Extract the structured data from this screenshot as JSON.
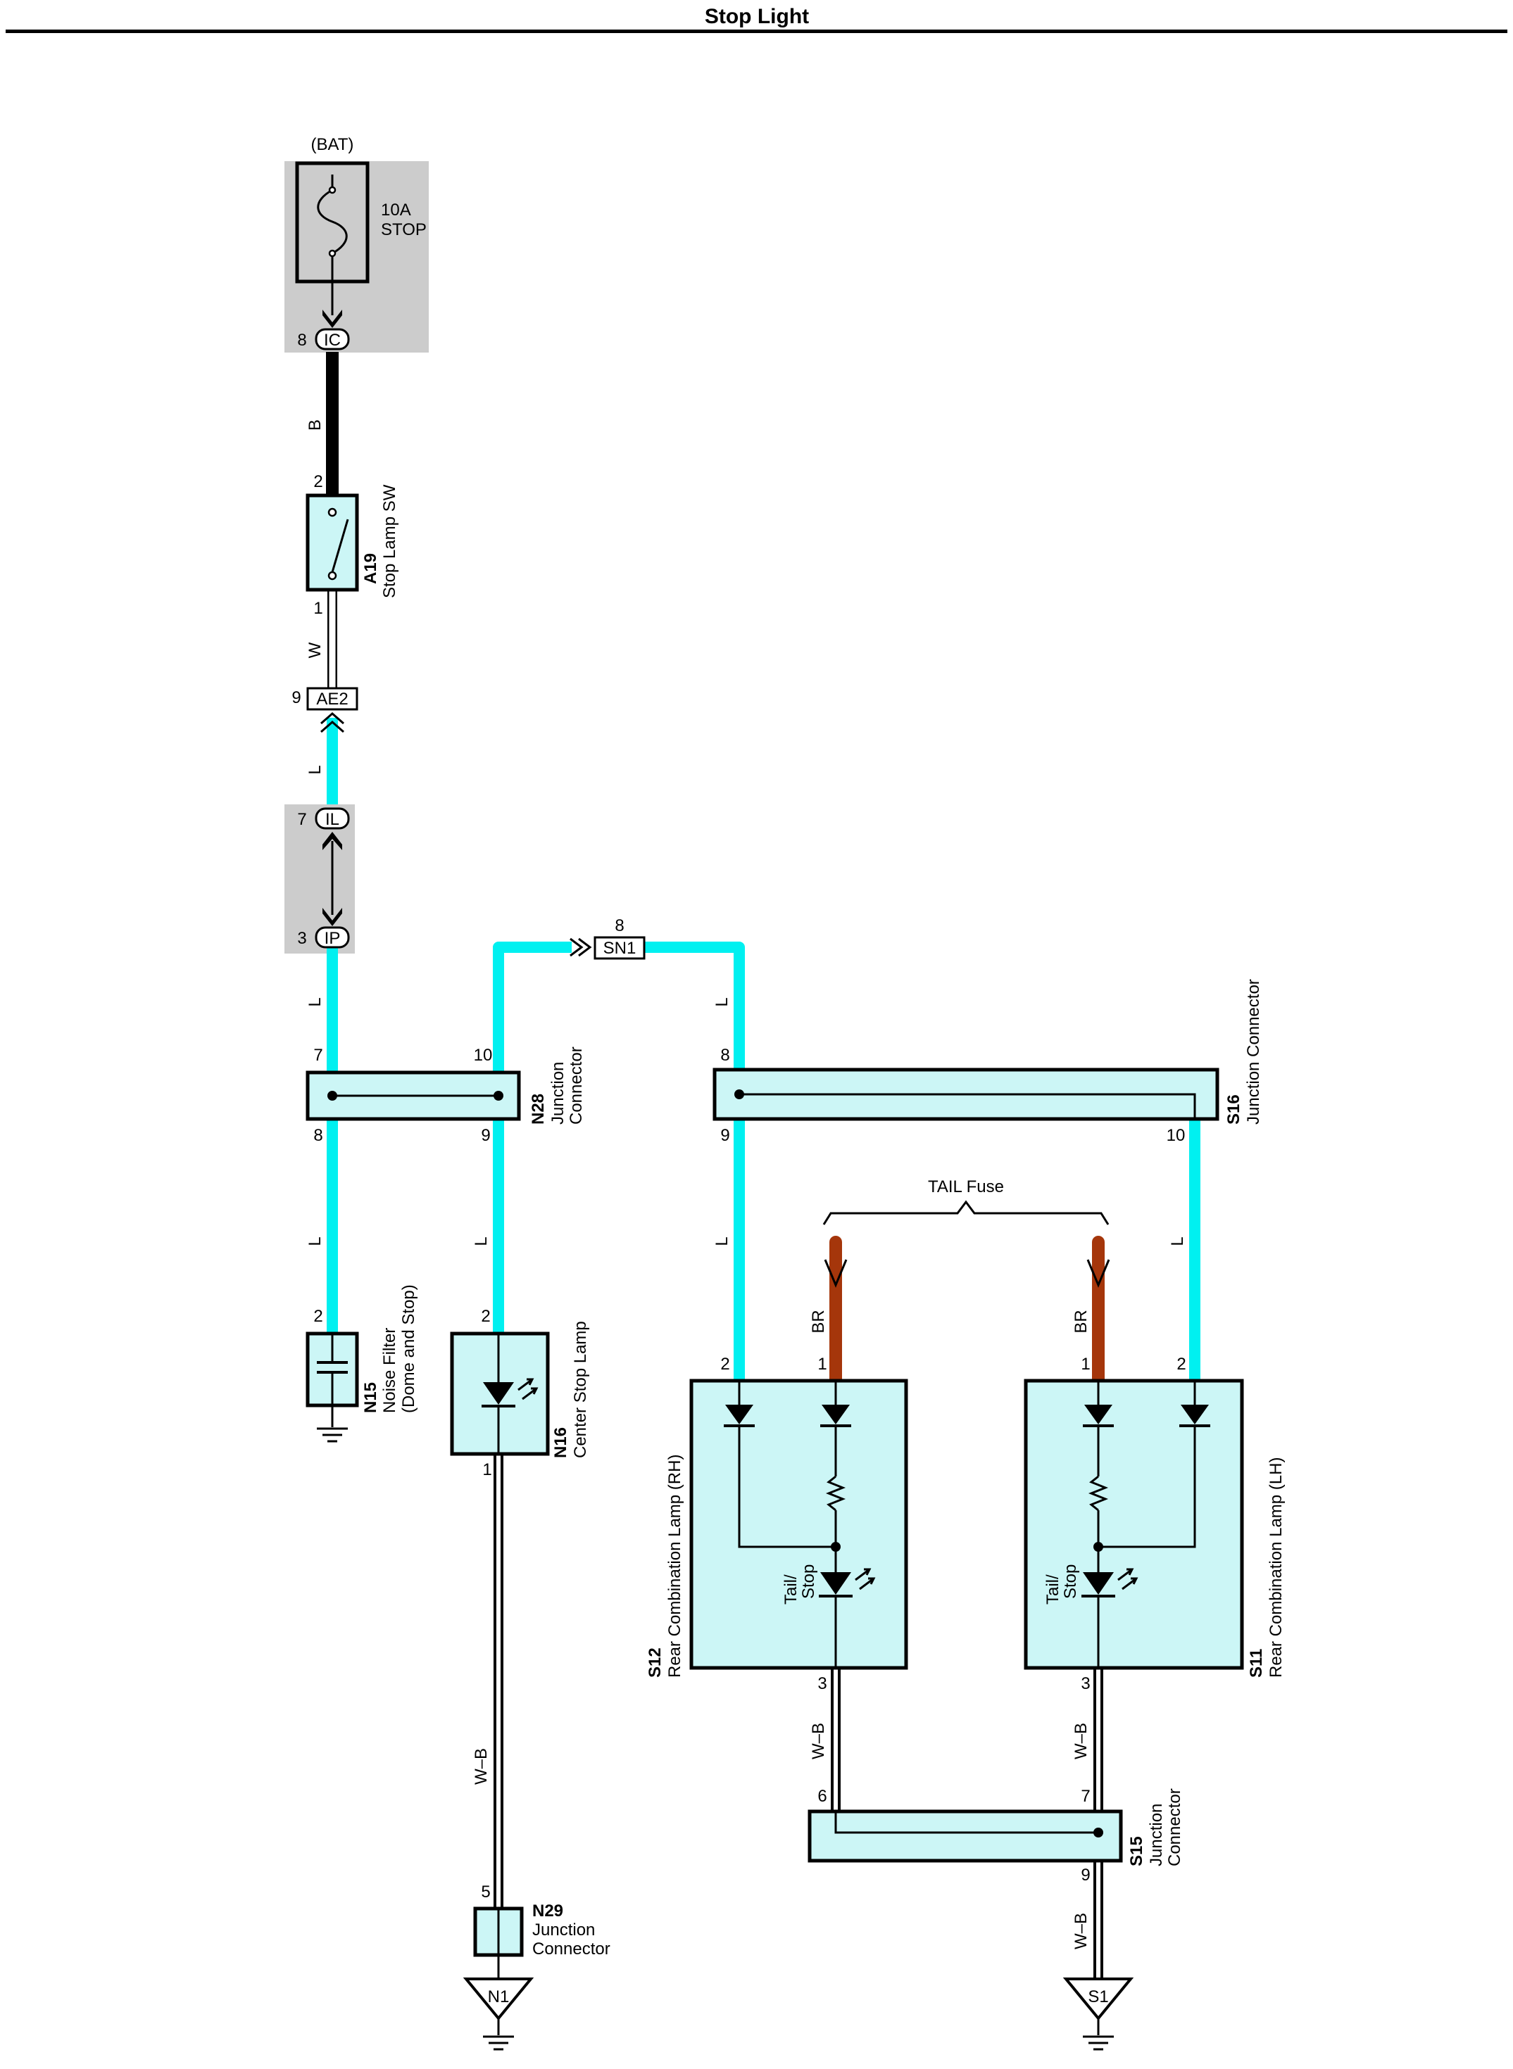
{
  "title": "Stop Light",
  "labels": {
    "bat": "(BAT)",
    "fuse_amp": "10A",
    "fuse_name": "STOP",
    "tail_fuse": "TAIL Fuse",
    "tail": "Tail/",
    "stop": "Stop"
  },
  "connectors": {
    "ic": "IC",
    "ae2": "AE2",
    "il": "IL",
    "ip": "IP",
    "sn1": "SN1",
    "n1": "N1",
    "s1": "S1"
  },
  "components": {
    "a19": {
      "code": "A19",
      "name": "Stop Lamp SW"
    },
    "n28": {
      "code": "N28",
      "name1": "Junction",
      "name2": "Connector"
    },
    "s16": {
      "code": "S16",
      "name": "Junction Connector"
    },
    "n15": {
      "code": "N15",
      "name1": "Noise Filter",
      "name2": "(Dome and Stop)"
    },
    "n16": {
      "code": "N16",
      "name": "Center Stop Lamp"
    },
    "s12": {
      "code": "S12",
      "name": "Rear Combination Lamp (RH)"
    },
    "s11": {
      "code": "S11",
      "name": "Rear Combination Lamp (LH)"
    },
    "s15": {
      "code": "S15",
      "name1": "Junction",
      "name2": "Connector"
    },
    "n29": {
      "code": "N29",
      "name1": "Junction",
      "name2": "Connector"
    }
  },
  "wire_colors": {
    "b": "B",
    "w": "W",
    "l": "L",
    "br": "BR",
    "wb": "W–B"
  },
  "pins": {
    "ic": "8",
    "a19_top": "2",
    "a19_bot": "1",
    "ae2": "9",
    "il": "7",
    "ip": "3",
    "sn1": "8",
    "n28_in1": "7",
    "n28_in2": "10",
    "n28_out1": "8",
    "n28_out2": "9",
    "s16_in": "8",
    "s16_out1": "9",
    "s16_out2": "10",
    "n15": "2",
    "n16_top": "2",
    "n16_bot": "1",
    "s12_l": "2",
    "s12_br": "1",
    "s12_out": "3",
    "s11_br": "1",
    "s11_l": "2",
    "s11_out": "3",
    "s15_in1": "6",
    "s15_in2": "7",
    "s15_out": "9",
    "n29": "5"
  },
  "colors": {
    "wire_l": "#00f0f0",
    "wire_br": "#a5360b",
    "component_fill": "#ccf6f6",
    "shaded_block": "#cccccc"
  }
}
